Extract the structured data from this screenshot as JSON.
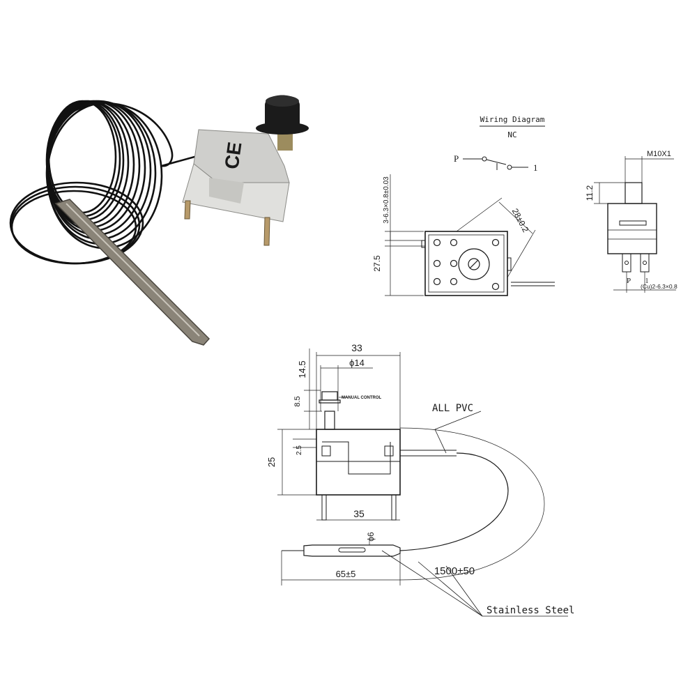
{
  "photo": {
    "mark": "CE",
    "colors": {
      "cable": "#111111",
      "body": "#d9d9d6",
      "knob": "#1b1b1b",
      "probe": "#8a8478",
      "pins": "#b79a6a"
    }
  },
  "wiring": {
    "title": "Wiring Diagram",
    "subtitle": "NC",
    "terminal_p": "P",
    "terminal_1": "1"
  },
  "top_view": {
    "dim_holes": "3-6.3×0.8±0.03",
    "dim_height": "27.5",
    "dim_diag": "28±0.2"
  },
  "side_view": {
    "dim_thread": "M10X1",
    "dim_height": "11.2",
    "terminal_p": "P",
    "terminal_1": "1",
    "dim_tabs": "(Cu)2-6.3×0.8"
  },
  "front_view": {
    "dim_width_top": "33",
    "dim_knob_height": "14.5",
    "dim_knob_dia": "ϕ14",
    "dim_button": "8.5",
    "manual_label": "MANUAL CONTROL",
    "dim_step": "2.5",
    "dim_height": "25",
    "dim_width_bottom": "35",
    "cable_label": "ALL PVC",
    "dim_probe_dia": "ϕ6",
    "dim_probe_len": "65±5",
    "dim_capillary": "1500±50",
    "probe_label": "Stainless Steel"
  }
}
